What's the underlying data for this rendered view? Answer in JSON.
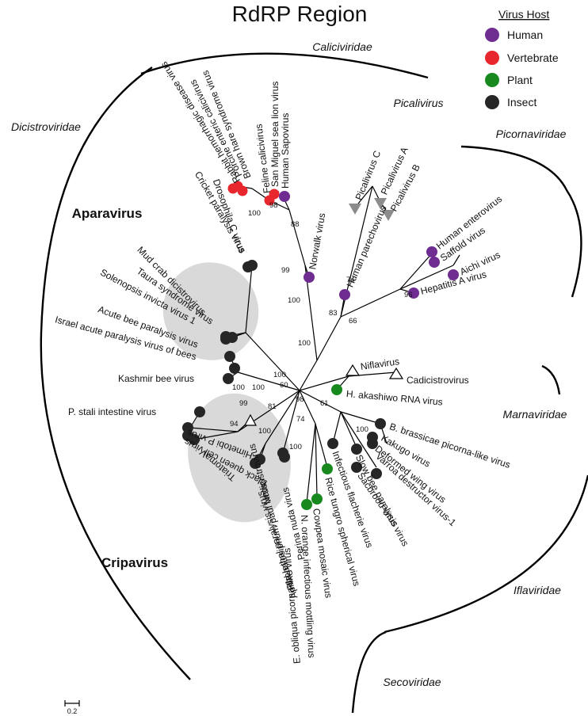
{
  "title": "RdRP Region",
  "legend": {
    "title": "Virus Host",
    "items": [
      {
        "label": "Human",
        "color": "#6f2c91"
      },
      {
        "label": "Vertebrate",
        "color": "#e8262e"
      },
      {
        "label": "Plant",
        "color": "#17891f"
      },
      {
        "label": "Insect",
        "color": "#262626"
      }
    ]
  },
  "families": [
    "Caliciviridae",
    "Picalivirus",
    "Picornaviridae",
    "Dicistroviridae",
    "Marnaviridae",
    "Iflaviridae",
    "Secoviridae"
  ],
  "genera": [
    "Aparavirus",
    "Cripavirus"
  ],
  "leaves": [
    "Rabbit hemorrhagic disease virus",
    "Porcine enteric calicivirus",
    "Brown hare syndrome virus",
    "Feline calicivirus",
    "San Miguel sea lion virus",
    "Human Sapovirus",
    "Norwalk virus",
    "Picalivirus C",
    "Picalivirus A",
    "Picalivirus B",
    "Human parechovirus",
    "Human enterovirus",
    "Saffold virus",
    "Aichi virus",
    "Hepatitis A virus",
    "Niflavirus",
    "Cadicistrovirus",
    "H. akashiwo RNA virus",
    "B. brassicae picorna-like virus",
    "Kakugo virus",
    "Deformed wing virus",
    "Varroa destructor virus-1",
    "Sacbrood virus",
    "Slow bee paralysis virus",
    "Infectious flacherie virus",
    "Rice tungro spherical virus",
    "Cowpea mosaic virus",
    "N. orange infectious mottling virus",
    "E. obliqua picorna-like virus",
    "Perina nuda virus",
    "Rhopalosiphum padi virus",
    "Aphid lethal paralysis virus",
    "Nedicistrovirus",
    "TriatomaV",
    "Black queen cell virus",
    "Himetobi P virus",
    "P. stali intestine virus",
    "Kashmir bee virus",
    "Israel acute paralysis virus of bees",
    "Acute bee paralysis virus",
    "Solenopsis invicta virus 1",
    "Taura syndrome virus",
    "Mud crab dicistrovirus",
    "Cricket paralysis virus",
    "Drosophila C virus"
  ],
  "bootstrap": [
    "100",
    "98",
    "88",
    "99",
    "100",
    "74",
    "83",
    "66",
    "96",
    "100",
    "100",
    "60",
    "100",
    "100",
    "99",
    "81",
    "94",
    "100",
    "100",
    "98",
    "61",
    "74",
    "100"
  ],
  "scale_bar": "0.2"
}
